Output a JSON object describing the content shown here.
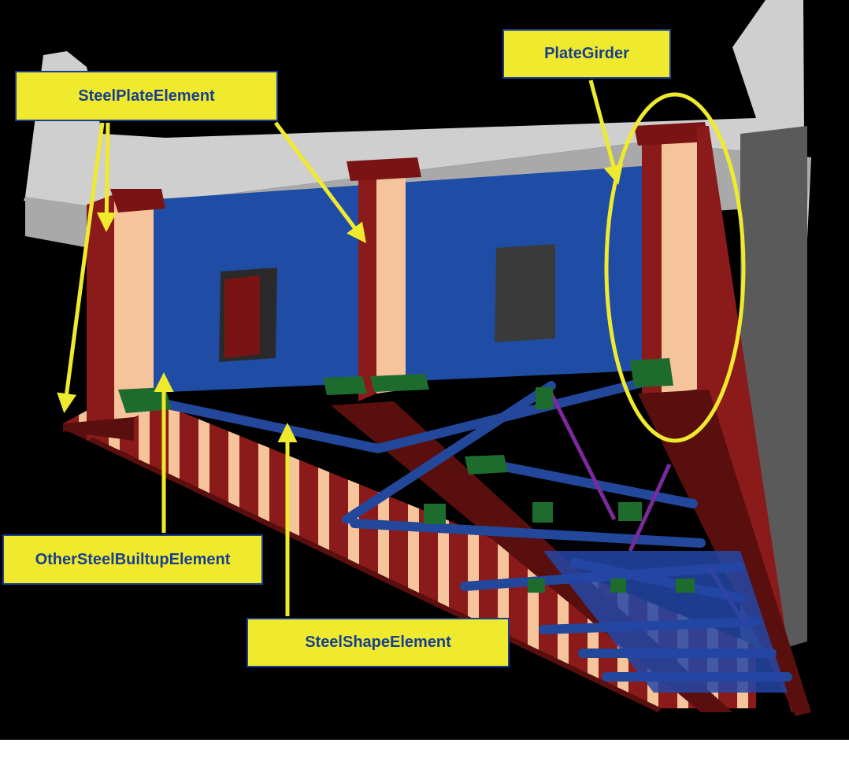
{
  "labels": {
    "steel_plate_element": "SteelPlateElement",
    "plate_girder": "PlateGirder",
    "other_steel_builtup_element": "OtherSteelBuiltupElement",
    "steel_shape_element": "SteelShapeElement"
  },
  "colors": {
    "background": "#000000",
    "concrete_deck": "#C9C9C9",
    "girder_web": "#8B1A1A",
    "stiffener": "#F6C49A",
    "diaphragm_plate": "#1F4DA6",
    "cross_frame": "#23479B",
    "gusset_plate": "#1E6B2E",
    "label_fill": "#EFEA2E",
    "label_text": "#1A3F8C",
    "arrow": "#EFEA2E"
  }
}
